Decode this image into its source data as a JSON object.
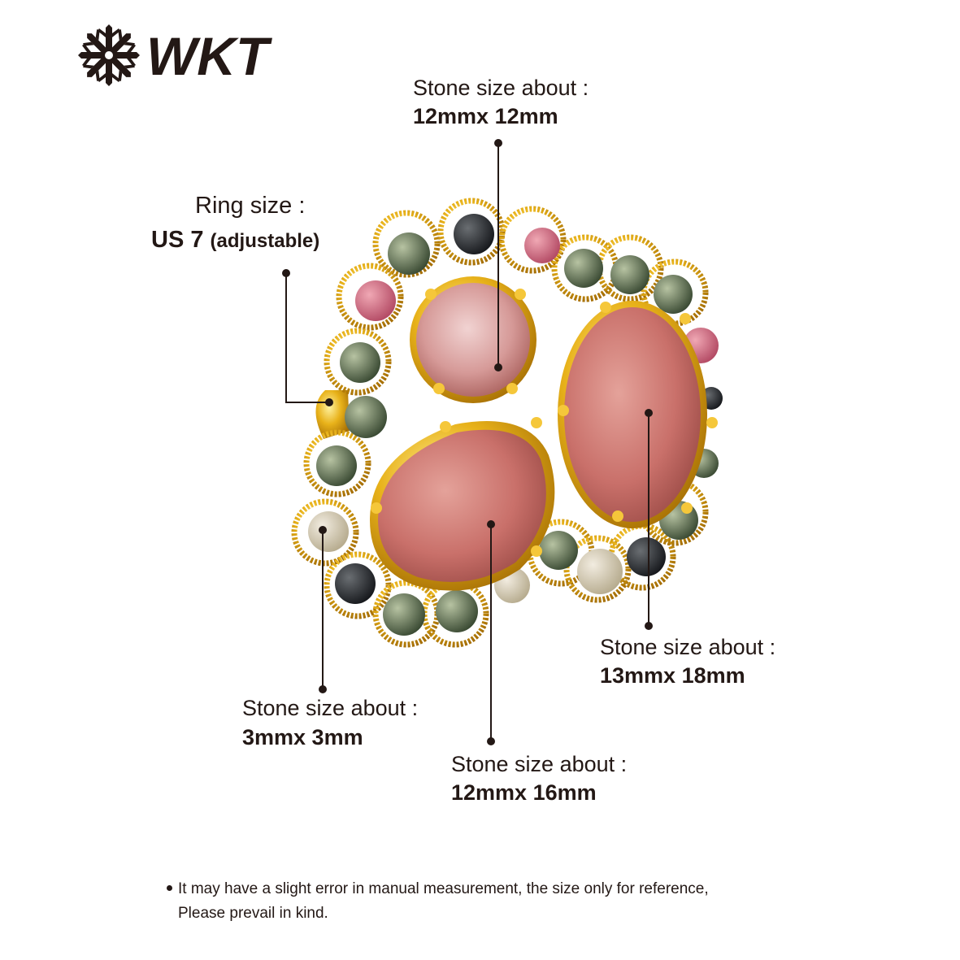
{
  "brand": {
    "logo_text": "WKT"
  },
  "annotations": {
    "top_stone": {
      "title": "Stone size about :",
      "value": "12mmx 12mm"
    },
    "ring_size": {
      "title": "Ring size :",
      "value_main": "US 7",
      "value_note": "(adjustable)"
    },
    "right_stone": {
      "title": "Stone size about :",
      "value": "13mmx 18mm"
    },
    "small_stone": {
      "title": "Stone size about :",
      "value": "3mmx 3mm"
    },
    "center_stone": {
      "title": "Stone size about :",
      "value": "12mmx 16mm"
    }
  },
  "footnote": {
    "line1": "It may have a slight error in manual measurement, the size only for reference,",
    "line2": "Please prevail in kind."
  },
  "colors": {
    "text": "#231815",
    "gold": "#e2a814",
    "stone_pink": "#c9706a",
    "quartz": "#d9a7a4"
  },
  "icons": [
    "snowflake-logo-icon"
  ]
}
